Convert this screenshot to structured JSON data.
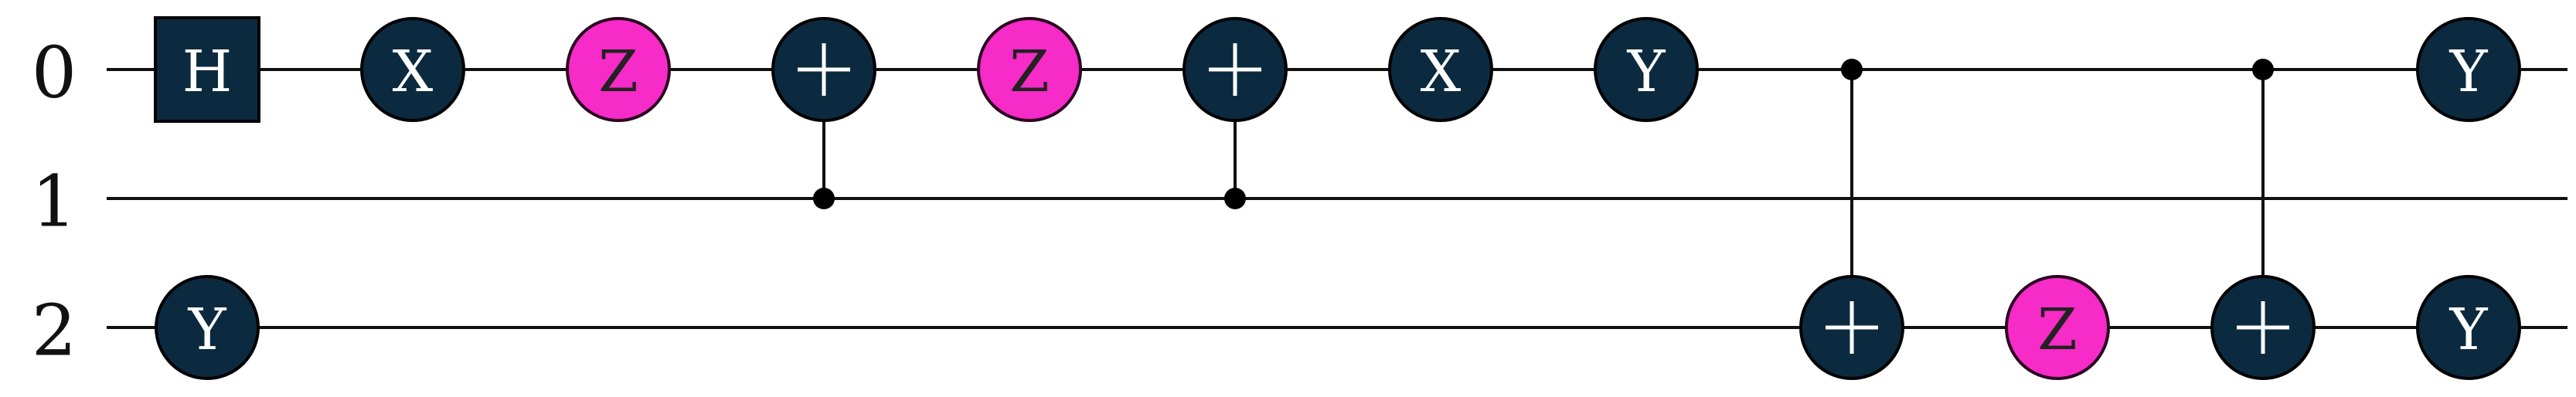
{
  "colors": {
    "wire": "#111111",
    "gate_fill": "#0b2a40",
    "gate_stroke": "#000000",
    "z_fill": "#f72bc7",
    "z_stroke": "#2a0020",
    "symbol_light": "#ffffff",
    "symbol_dark": "#222222",
    "control_dot": "#000000"
  },
  "qubits": [
    {
      "label": "0"
    },
    {
      "label": "1"
    },
    {
      "label": "2"
    }
  ],
  "gates": [
    {
      "type": "H",
      "label": "H",
      "qubit": 0,
      "step": 0,
      "shape": "square"
    },
    {
      "type": "Y",
      "label": "Y",
      "qubit": 2,
      "step": 0,
      "shape": "circle"
    },
    {
      "type": "X",
      "label": "X",
      "qubit": 0,
      "step": 1,
      "shape": "circle"
    },
    {
      "type": "Z",
      "label": "Z",
      "qubit": 0,
      "step": 2,
      "shape": "circle"
    },
    {
      "type": "CNOT",
      "control": 1,
      "target": 0,
      "step": 3
    },
    {
      "type": "Z",
      "label": "Z",
      "qubit": 0,
      "step": 4,
      "shape": "circle"
    },
    {
      "type": "CNOT",
      "control": 1,
      "target": 0,
      "step": 5
    },
    {
      "type": "X",
      "label": "X",
      "qubit": 0,
      "step": 6,
      "shape": "circle"
    },
    {
      "type": "Y",
      "label": "Y",
      "qubit": 0,
      "step": 7,
      "shape": "circle"
    },
    {
      "type": "CNOT",
      "control": 0,
      "target": 2,
      "step": 8
    },
    {
      "type": "Z",
      "label": "Z",
      "qubit": 2,
      "step": 9,
      "shape": "circle"
    },
    {
      "type": "CNOT",
      "control": 0,
      "target": 2,
      "step": 10
    },
    {
      "type": "Y",
      "label": "Y",
      "qubit": 0,
      "step": 11,
      "shape": "circle"
    },
    {
      "type": "Y",
      "label": "Y",
      "qubit": 2,
      "step": 11,
      "shape": "circle"
    }
  ]
}
